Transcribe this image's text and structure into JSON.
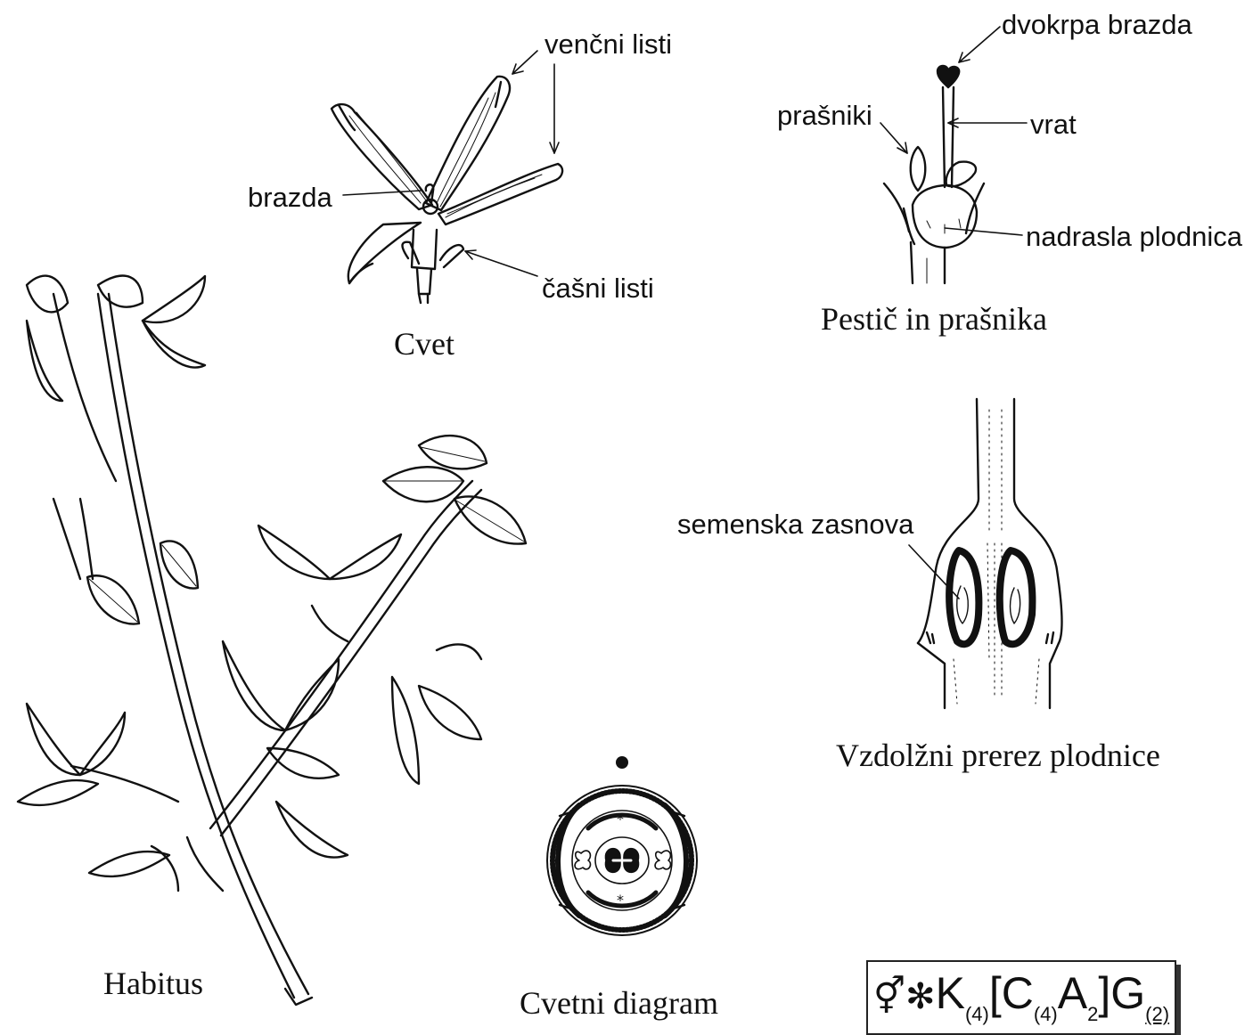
{
  "flower": {
    "label_petals": "venčni listi",
    "label_stigma": "brazda",
    "label_sepals": "čašni listi",
    "caption": "Cvet"
  },
  "pistil": {
    "label_stigma": "dvokrpa brazda",
    "label_stamens": "prašniki",
    "label_style": "vrat",
    "label_ovary": "nadrasla plodnica",
    "caption": "Pestič in prašnika"
  },
  "section": {
    "label_ovule": "semenska zasnova",
    "caption": "Vzdolžni prerez plodnice"
  },
  "habit": {
    "caption": "Habitus"
  },
  "diagram": {
    "caption": "Cvetni diagram"
  },
  "formula": {
    "symbols": "⚥✻",
    "k": "K",
    "k_sub": "(4)",
    "open": "[",
    "c": "C",
    "c_sub": "(4)",
    "a": "A",
    "a_sub": "2",
    "close": "]",
    "g": "G",
    "g_sub": "(2)"
  }
}
